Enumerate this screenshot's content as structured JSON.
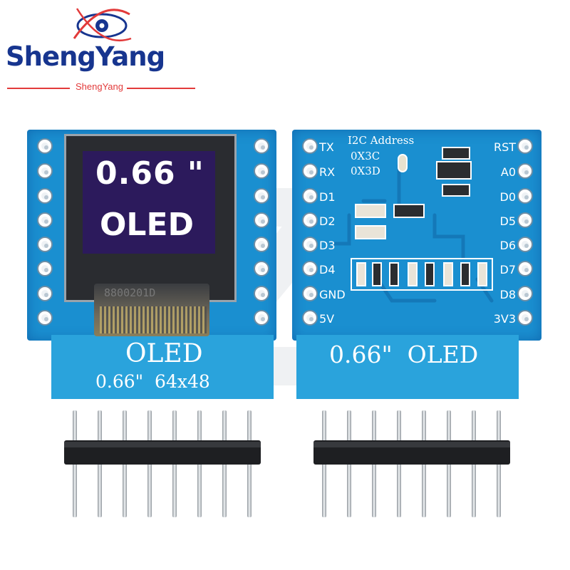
{
  "brand": {
    "name": "ShengYang",
    "sub": "ShengYang",
    "logo_colors": [
      "#17358f",
      "#e23a3a"
    ]
  },
  "left_board": {
    "screen_line1": "0.66 \"",
    "screen_line2": "OLED",
    "flex_code": "8800201D",
    "silk_title": "OLED",
    "silk_spec": "0.66\"  64x48"
  },
  "right_board": {
    "i2c_title": "I2C Address",
    "addr1": "0X3C",
    "addr2": "0X3D",
    "left_pins": [
      "TX",
      "RX",
      "D1",
      "D2",
      "D3",
      "D4",
      "GND",
      "5V"
    ],
    "right_pins": [
      "RST",
      "A0",
      "D0",
      "D5",
      "D6",
      "D7",
      "D8",
      "3V3"
    ],
    "silk_title": "0.66\"  OLED"
  },
  "colors": {
    "pcb": "#1a8fd0",
    "screen": "#2c1a5c"
  }
}
